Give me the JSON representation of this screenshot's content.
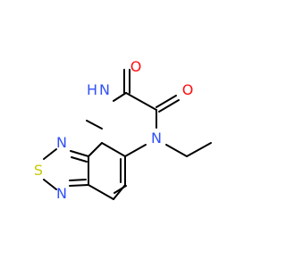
{
  "molecule": {
    "atoms": {
      "o_top": {
        "label": "O",
        "color": "#ff0d0d"
      },
      "o_right": {
        "label": "O",
        "color": "#ff0d0d"
      },
      "nh": {
        "label": "H",
        "color": "#3050f8"
      },
      "nh_n": {
        "label": "N",
        "color": "#3050f8"
      },
      "n_ethyl": {
        "label": "N",
        "color": "#3050f8"
      },
      "n_thia_top": {
        "label": "N",
        "color": "#3050f8"
      },
      "n_thia_bottom": {
        "label": "N",
        "color": "#3050f8"
      },
      "s": {
        "label": "S",
        "color": "#c8c800"
      }
    }
  }
}
